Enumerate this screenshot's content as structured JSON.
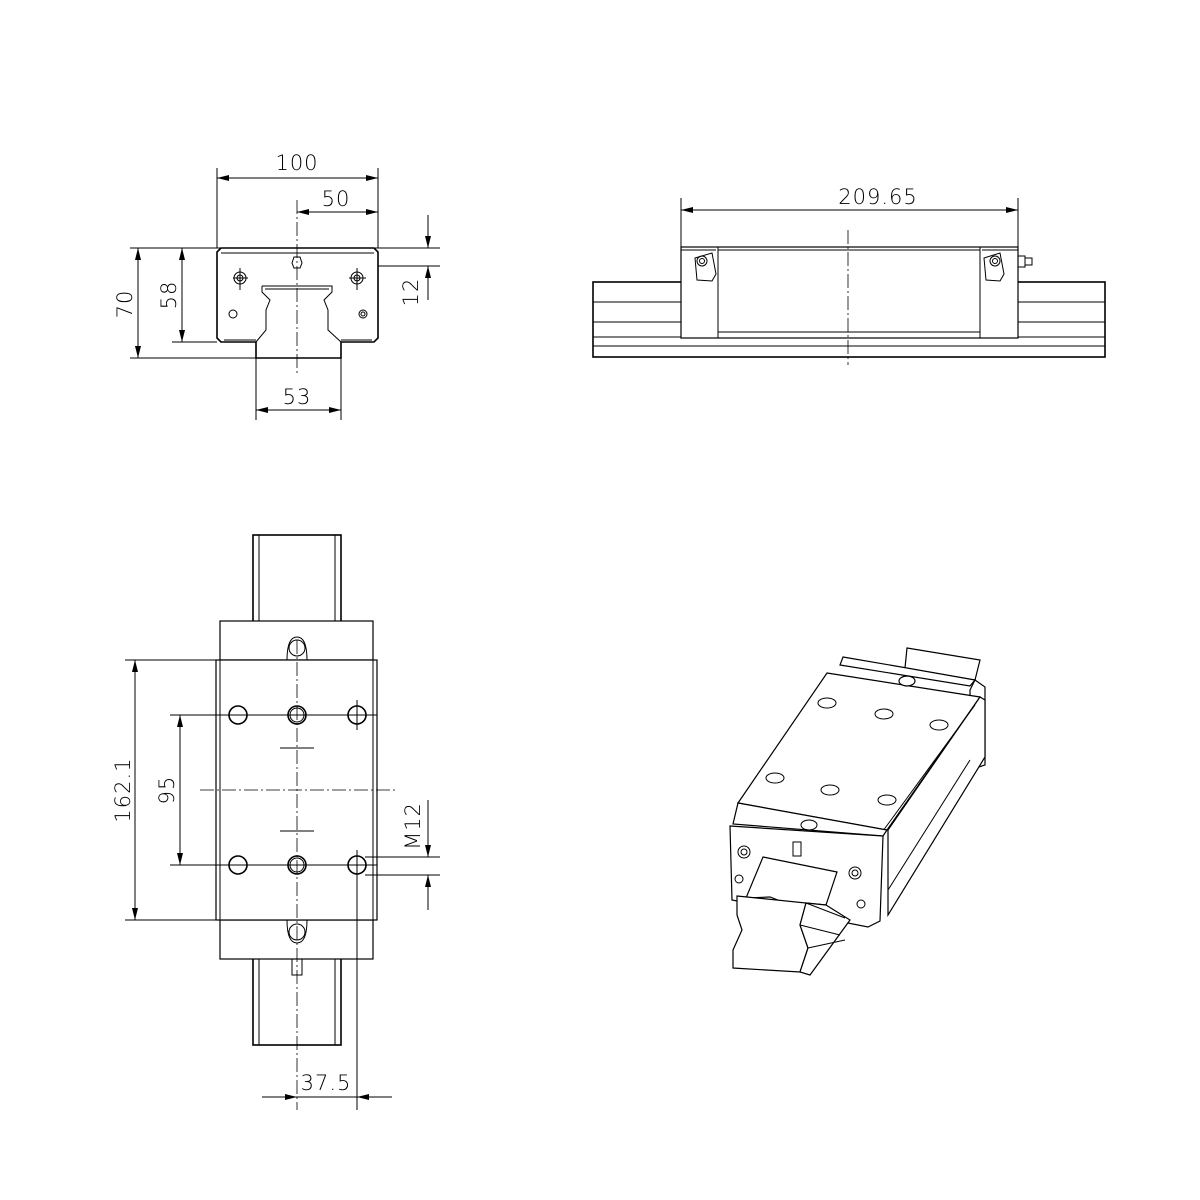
{
  "front_view": {
    "width": "100",
    "half_width": "50",
    "height": "70",
    "block_height": "58",
    "top_offset": "12",
    "rail_width": "53"
  },
  "side_view": {
    "length": "209.65"
  },
  "top_view": {
    "length": "162.1",
    "hole_pitch_long": "95",
    "thread": "M12",
    "hole_offset": "37.5"
  },
  "colors": {
    "line": "#000000",
    "background": "#ffffff"
  }
}
